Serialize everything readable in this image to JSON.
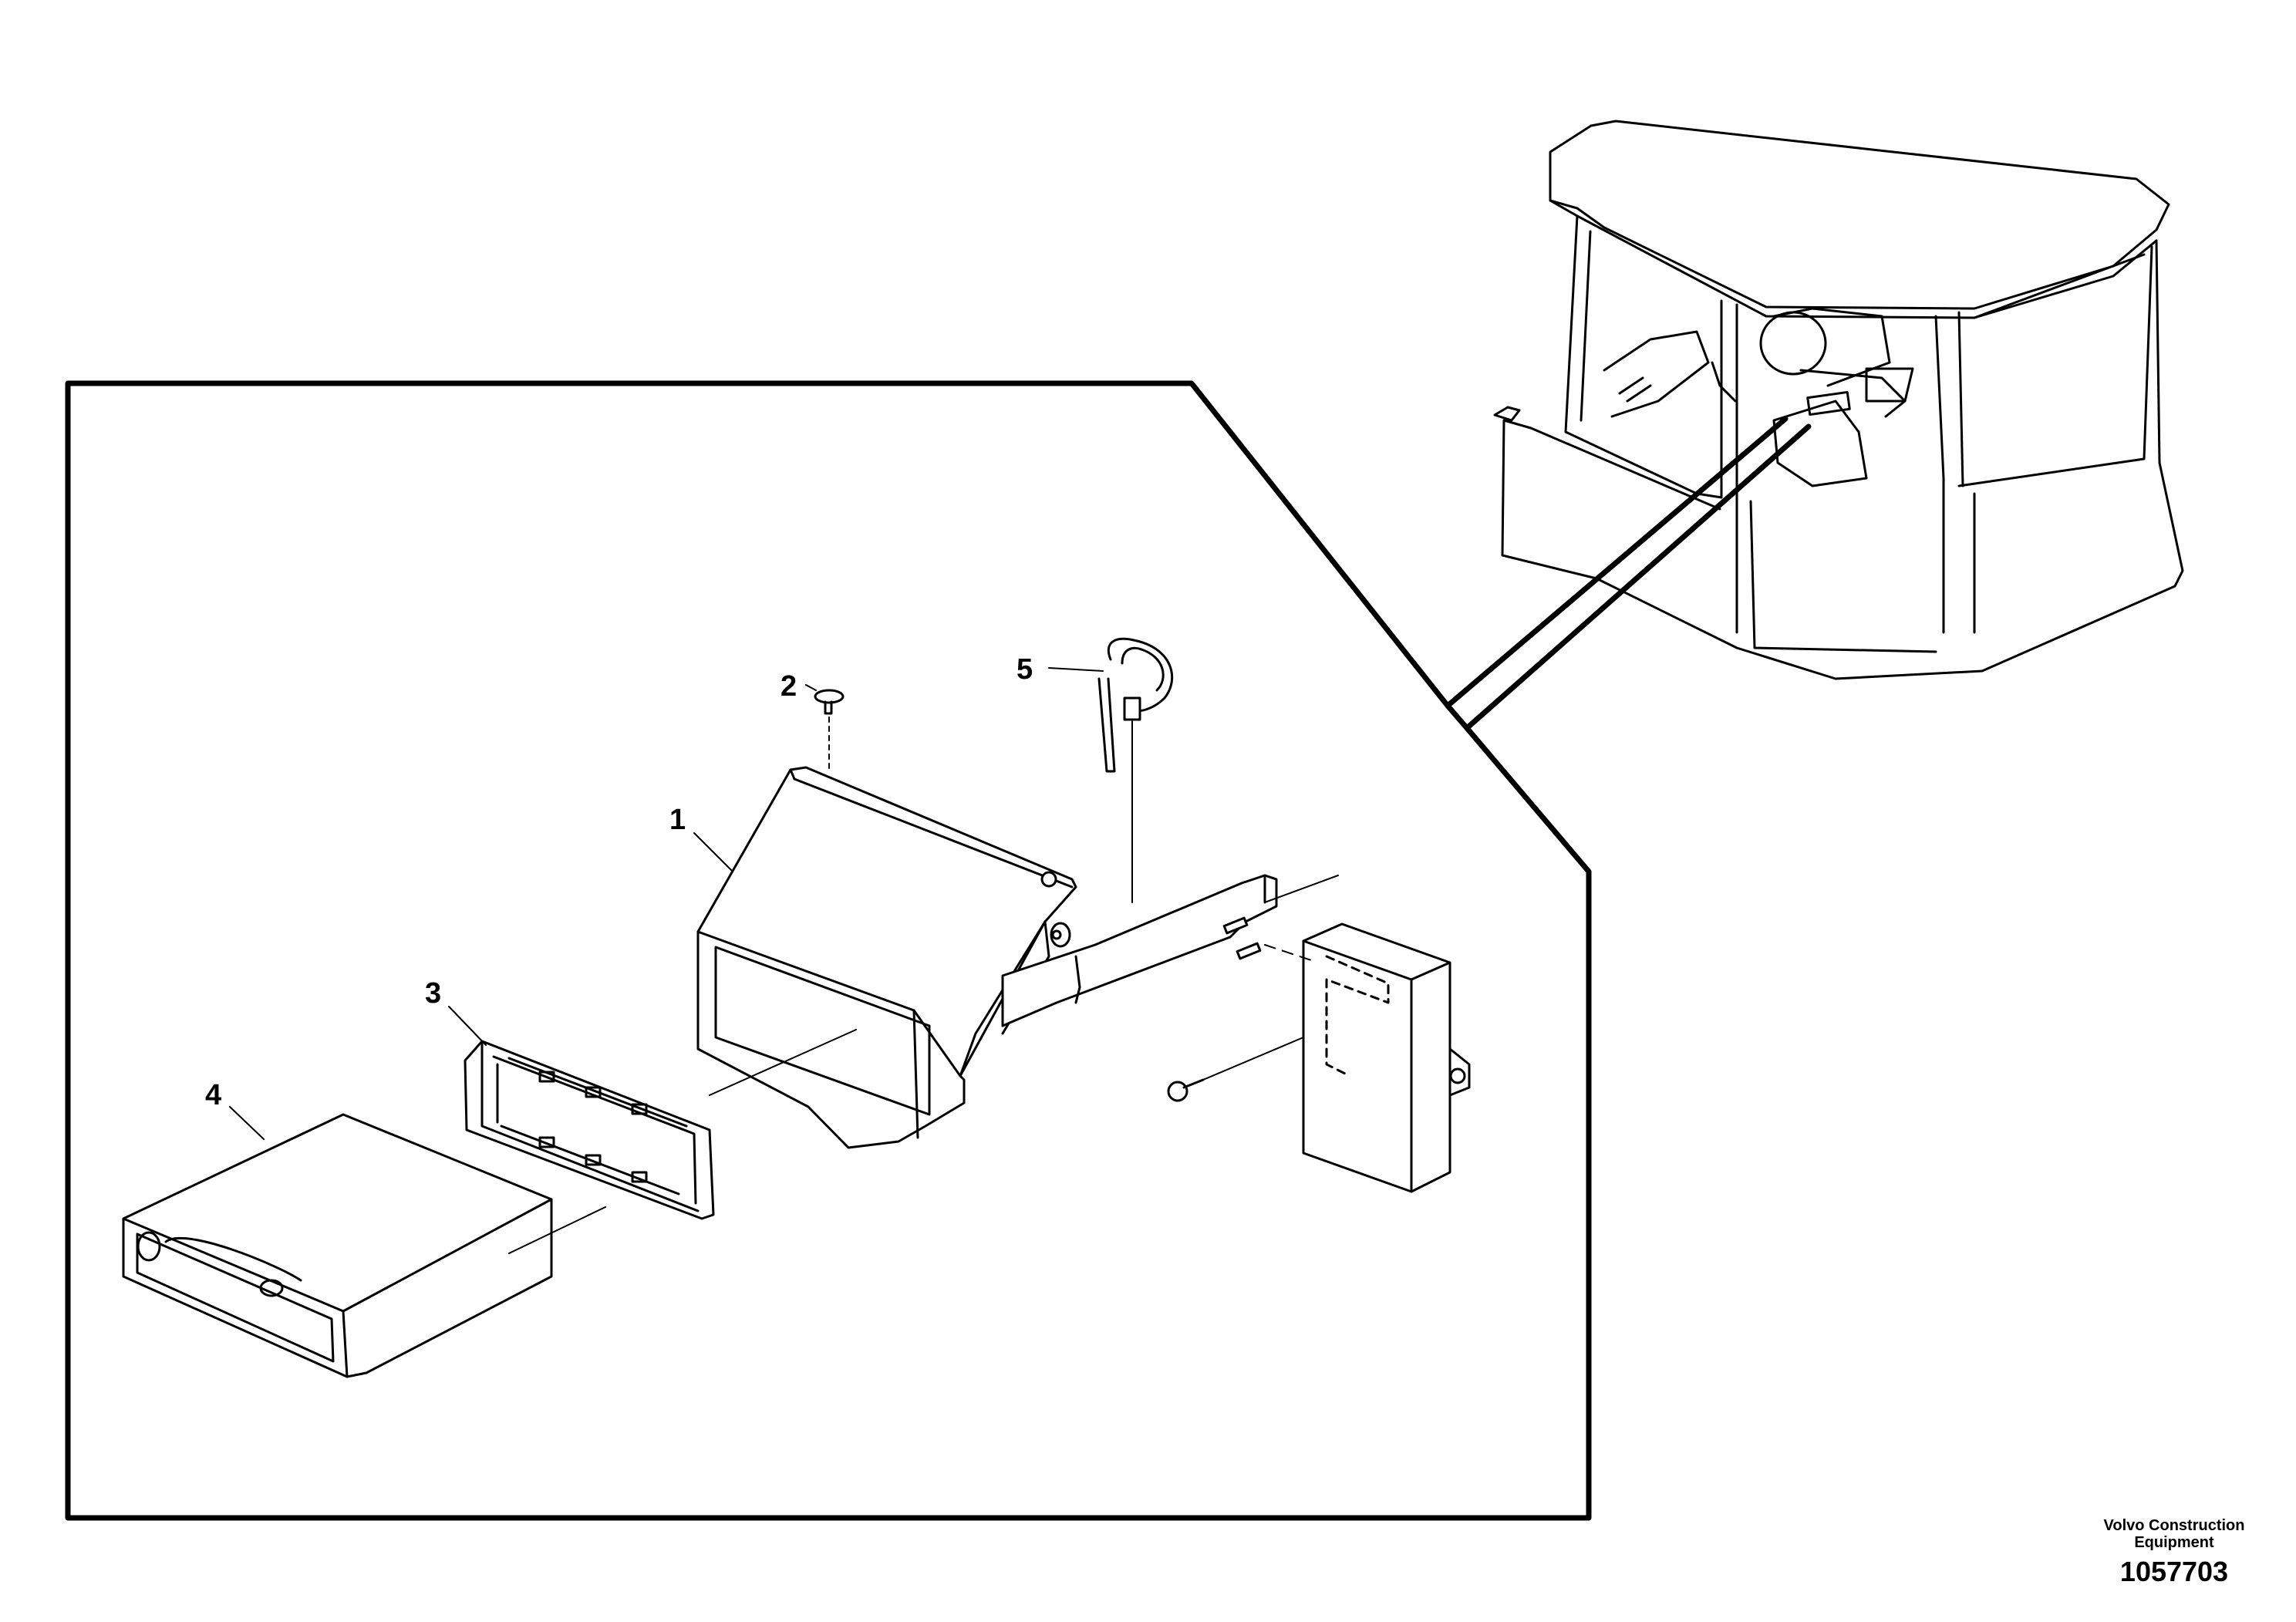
{
  "callouts": [
    {
      "id": "1",
      "label": "1"
    },
    {
      "id": "2",
      "label": "2"
    },
    {
      "id": "3",
      "label": "3"
    },
    {
      "id": "4",
      "label": "4"
    },
    {
      "id": "5",
      "label": "5"
    }
  ],
  "caption": {
    "company_line1": "Volvo Construction",
    "company_line2": "Equipment",
    "drawing_number": "1057703"
  }
}
